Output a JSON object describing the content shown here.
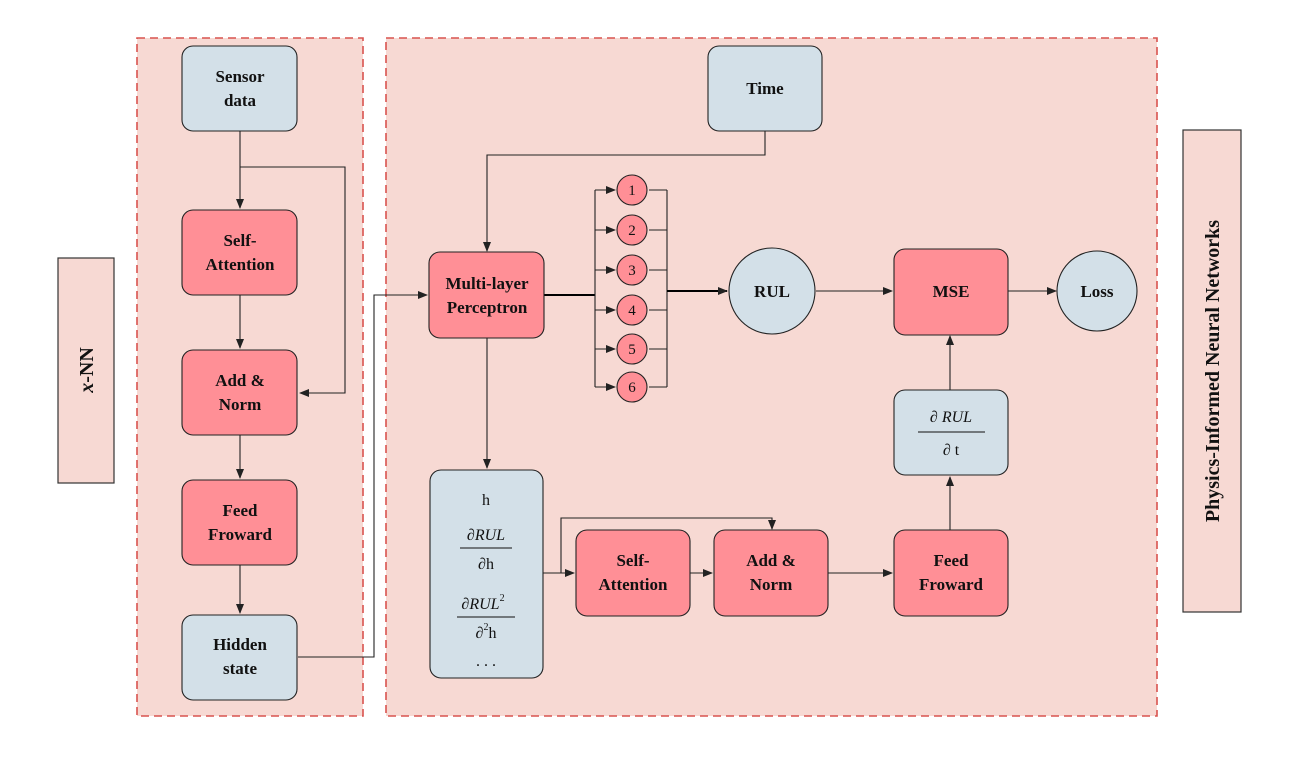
{
  "side_labels": {
    "left_prefix": "x",
    "left_suffix": "-NN",
    "right": "Physics-Informed Neural Networks"
  },
  "encoder": {
    "sensor": [
      "Sensor",
      "data"
    ],
    "self_attention": [
      "Self-",
      "Attention"
    ],
    "add_norm": [
      "Add &",
      "Norm"
    ],
    "feed_forward": [
      "Feed",
      "Froward"
    ],
    "hidden_state": [
      "Hidden",
      "state"
    ]
  },
  "pinn": {
    "time": "Time",
    "mlp": [
      "Multi-layer",
      "Perceptron"
    ],
    "outputs": [
      "1",
      "2",
      "3",
      "4",
      "5",
      "6"
    ],
    "rul": "RUL",
    "mse": "MSE",
    "loss": "Loss",
    "derivs": {
      "h": "h",
      "d1_num": "∂RUL",
      "d1_den": "∂h",
      "d2_num_main": "∂RUL",
      "d2_num_sup": "2",
      "d2_den_main": "∂",
      "d2_den_sup": "2",
      "d2_den_var": "h",
      "dots": ". . ."
    },
    "self_attention": [
      "Self-",
      "Attention"
    ],
    "add_norm": [
      "Add &",
      "Norm"
    ],
    "feed_forward": [
      "Feed",
      "Froward"
    ],
    "dt_num": "∂ RUL",
    "dt_den": "∂ t"
  }
}
